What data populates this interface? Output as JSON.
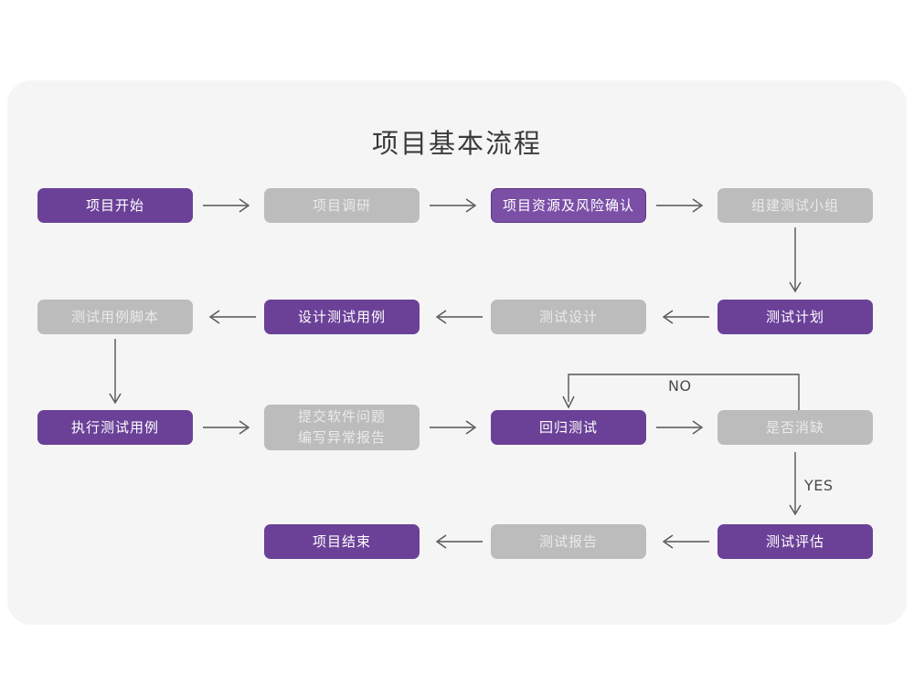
{
  "page": {
    "title": "项目基本流程",
    "background_color": "#ffffff",
    "card_color": "#f5f5f5",
    "accent_purple": "#6b4198",
    "accent_gray": "#bcbcbc",
    "connector_color": "#555555"
  },
  "chart_data": {
    "type": "diagram",
    "title": "项目基本流程",
    "nodes": [
      {
        "id": "n1",
        "label": "项目开始",
        "style": "purple",
        "row": 1,
        "col": 1
      },
      {
        "id": "n2",
        "label": "项目调研",
        "style": "gray",
        "row": 1,
        "col": 2
      },
      {
        "id": "n3",
        "label": "项目资源及风险确认",
        "style": "purple-light",
        "row": 1,
        "col": 3
      },
      {
        "id": "n4",
        "label": "组建测试小组",
        "style": "gray",
        "row": 1,
        "col": 4
      },
      {
        "id": "n5",
        "label": "测试用例脚本",
        "style": "gray",
        "row": 2,
        "col": 1
      },
      {
        "id": "n6",
        "label": "设计测试用例",
        "style": "purple",
        "row": 2,
        "col": 2
      },
      {
        "id": "n7",
        "label": "测试设计",
        "style": "gray",
        "row": 2,
        "col": 3
      },
      {
        "id": "n8",
        "label": "测试计划",
        "style": "purple",
        "row": 2,
        "col": 4
      },
      {
        "id": "n9",
        "label": "执行测试用例",
        "style": "purple",
        "row": 3,
        "col": 1
      },
      {
        "id": "n10",
        "label": "提交软件问题\n编写异常报告",
        "style": "gray",
        "row": 3,
        "col": 2
      },
      {
        "id": "n11",
        "label": "回归测试",
        "style": "purple",
        "row": 3,
        "col": 3
      },
      {
        "id": "n12",
        "label": "是否消缺",
        "style": "gray",
        "row": 3,
        "col": 4
      },
      {
        "id": "n13",
        "label": "项目结束",
        "style": "purple",
        "row": 4,
        "col": 2
      },
      {
        "id": "n14",
        "label": "测试报告",
        "style": "gray",
        "row": 4,
        "col": 3
      },
      {
        "id": "n15",
        "label": "测试评估",
        "style": "purple",
        "row": 4,
        "col": 4
      }
    ],
    "edges": [
      {
        "from": "n1",
        "to": "n2",
        "label": "",
        "direction": "right"
      },
      {
        "from": "n2",
        "to": "n3",
        "label": "",
        "direction": "right"
      },
      {
        "from": "n3",
        "to": "n4",
        "label": "",
        "direction": "right"
      },
      {
        "from": "n4",
        "to": "n8",
        "label": "",
        "direction": "down"
      },
      {
        "from": "n8",
        "to": "n7",
        "label": "",
        "direction": "left"
      },
      {
        "from": "n7",
        "to": "n6",
        "label": "",
        "direction": "left"
      },
      {
        "from": "n6",
        "to": "n5",
        "label": "",
        "direction": "left"
      },
      {
        "from": "n5",
        "to": "n9",
        "label": "",
        "direction": "down"
      },
      {
        "from": "n9",
        "to": "n10",
        "label": "",
        "direction": "right"
      },
      {
        "from": "n10",
        "to": "n11",
        "label": "",
        "direction": "right"
      },
      {
        "from": "n11",
        "to": "n12",
        "label": "",
        "direction": "right"
      },
      {
        "from": "n12",
        "to": "n11",
        "label": "NO",
        "direction": "loop-up-left"
      },
      {
        "from": "n12",
        "to": "n15",
        "label": "YES",
        "direction": "down"
      },
      {
        "from": "n15",
        "to": "n14",
        "label": "",
        "direction": "left"
      },
      {
        "from": "n14",
        "to": "n13",
        "label": "",
        "direction": "left"
      }
    ],
    "edge_labels": [
      "NO",
      "YES"
    ]
  }
}
